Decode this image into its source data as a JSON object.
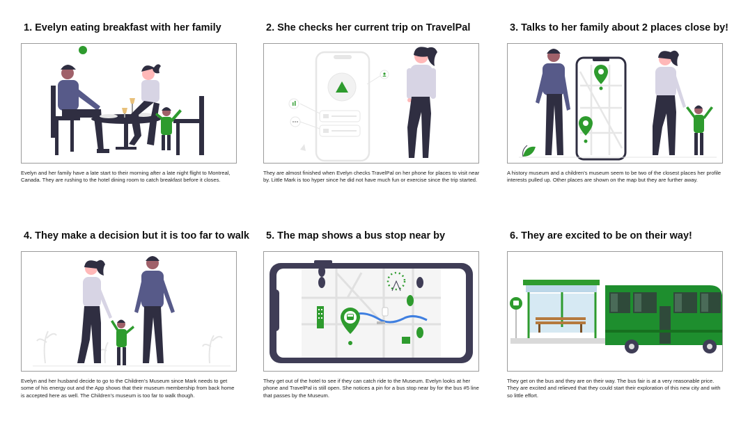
{
  "panels": [
    {
      "title": "1.  Evelyn eating breakfast with her  family",
      "caption": "Evelyn and her family have a late start to their morning after a late night flight to Montreal, Canada. They are rushing to the hotel dining room to catch breakfast before it closes."
    },
    {
      "title": "2. She checks her current trip on TravelPal",
      "caption": "They are almost finished when Evelyn checks TravelPal on her phone for places to visit near by. Little Mark is too hyper since he did not have much fun or exercise since the trip started."
    },
    {
      "title": "3. Talks to her family about 2 places close by!",
      "caption": "A history museum and a children’s museum seem to be two of the closest places her profile interests pulled up. Other places are shown on the map but they are further away."
    },
    {
      "title": "4. They make a decision but it is too far to walk",
      "caption": "Evelyn and her husband decide to go to the Children’s Museum since Mark needs to get some of his energy out and the App shows that their museum membership from back home is accepted here as well. The Children’s museum is too far to walk though."
    },
    {
      "title": "5. The map shows a bus stop near by",
      "caption": "They get out of the hotel to see if they can catch ride to the Museum. Evelyn looks at her phone and TravelPal is still open. She notices a pin for a bus stop near by for the bus #5 line that passes by the Museum."
    },
    {
      "title": "6. They are excited to be on their way!",
      "caption": "They get on the bus and they are on their way. The bus fair is at a very reasonable price. They are excited and relieved that they could start their exploration of this new city and with so little effort."
    }
  ],
  "colors": {
    "accent_green": "#2e9b2e",
    "dark_navy": "#2f2e41",
    "shirt_purple": "#575a89",
    "light_lilac": "#d7d4e4",
    "skin_light": "#ffb8b8",
    "skin_dark": "#a0616a",
    "bus_green": "#1e8e2e"
  },
  "icons": [
    "location-pin-icon",
    "bus-icon",
    "user-icon",
    "chart-icon",
    "more-icon",
    "play-triangle-icon"
  ]
}
